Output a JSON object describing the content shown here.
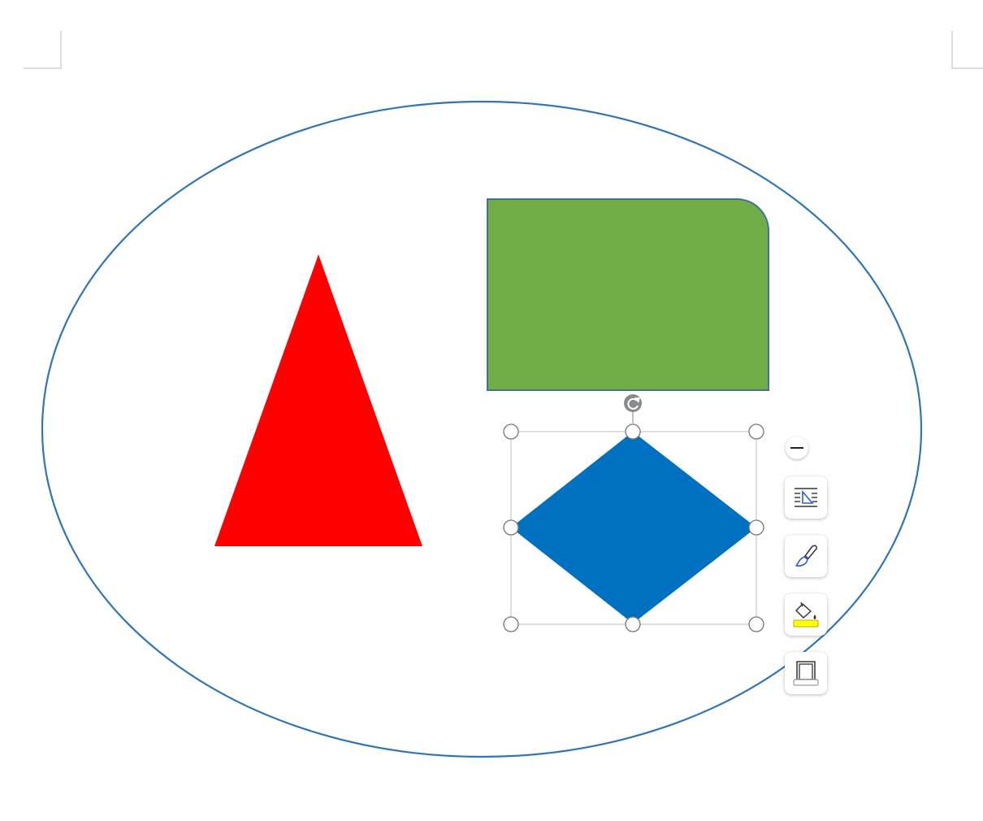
{
  "document": {
    "shapes": {
      "oval": {
        "name": "oval",
        "stroke_color": "#2e75b6",
        "fill": "none"
      },
      "triangle": {
        "name": "isosceles-triangle",
        "fill_color": "#ff0000"
      },
      "rounded_rectangle": {
        "name": "single-corner-rounded-rectangle",
        "fill_color": "#70ad47",
        "stroke_color": "#41719c"
      },
      "diamond": {
        "name": "diamond",
        "fill_color": "#0070c0",
        "selected": true
      }
    },
    "selection": {
      "handle_stroke_color": "#777777",
      "frame_color": "#c8c8c8",
      "rotate_handle_color": "#8a8a8a"
    }
  },
  "floating_toolbar": {
    "collapse_icon": "minus-circle-icon",
    "buttons": [
      {
        "id": "layout-options",
        "icon": "wrap-text-layout-icon"
      },
      {
        "id": "shape-style",
        "icon": "paintbrush-icon"
      },
      {
        "id": "shape-fill",
        "icon": "paint-bucket-fill-icon",
        "accent_color": "#ffff00"
      },
      {
        "id": "shape-outline",
        "icon": "shape-outline-icon"
      }
    ]
  }
}
